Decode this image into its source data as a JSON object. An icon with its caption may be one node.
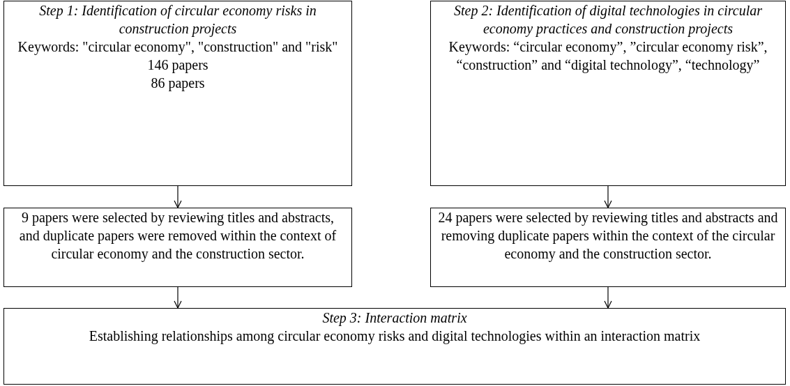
{
  "diagram": {
    "nodes": [
      {
        "text": [
          "Step 1: Identification of circular economy risks in construction projects",
          "Keywords: \"circular economy\", \"construction\" and \"risk\"",
          "146 papers",
          "86 papers"
        ]
      },
      {
        "text": [
          "Step 2: Identification of digital technologies in circular economy practices and construction projects",
          "Keywords: “circular economy”, ”circular economy risk”, “construction” and “digital technology”, “technology”"
        ]
      },
      {
        "text": [
          "9 papers were selected by reviewing titles and abstracts, and duplicate papers were removed within the context of circular economy and the construction sector."
        ]
      },
      {
        "text": [
          "24 papers were selected by reviewing titles and abstracts and removing duplicate papers within the context of the circular economy and the construction sector."
        ]
      },
      {
        "text": [
          "Step 3: Interaction matrix",
          "Establishing relationships among circular economy risks and digital technologies within an interaction matrix"
        ]
      }
    ],
    "edges": [
      {
        "from": 0,
        "to": 2,
        "arrow": "to"
      },
      {
        "from": 1,
        "to": 3,
        "arrow": "to"
      },
      {
        "from": 2,
        "to": 4,
        "arrow": "to"
      },
      {
        "from": 3,
        "to": 4,
        "arrow": "to"
      }
    ]
  }
}
